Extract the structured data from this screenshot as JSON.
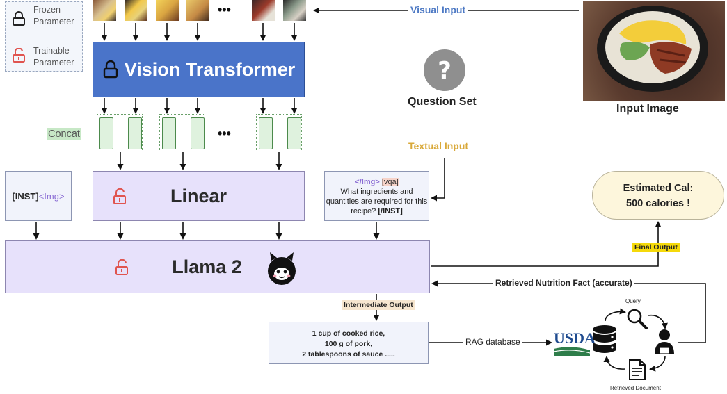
{
  "legend": {
    "frozen": "Frozen Parameter",
    "trainable": "Trainable Parameter"
  },
  "vision_transformer": "Vision Transformer",
  "concat_label": "Concat",
  "linear": "Linear",
  "llama": "Llama 2",
  "inst_box": {
    "inst": "[INST]",
    "img": "<Img>"
  },
  "prompt_box": {
    "img_close": "</Img>",
    "vqa": "[vqa]",
    "question": "What ingredients and quantities are required for this recipe?",
    "inst_close": "[/INST]"
  },
  "visual_input": "Visual Input",
  "input_image": "Input Image",
  "question_set": "Question Set",
  "textual_input": "Textual Input",
  "estimated": {
    "line1": "Estimated Cal:",
    "line2": "500 calories !"
  },
  "final_output": "Final Output",
  "retrieved_fact": "Retrieved Nutrition Fact (accurate)",
  "intermediate_output": "Intermediate Output",
  "intermediate_text": [
    "1 cup of cooked rice,",
    "100 g of pork,",
    "2 tablespoons of sauce ....."
  ],
  "rag_database": "RAG database",
  "usda": "USDA",
  "query": "Query",
  "retrieved_document": "Retrieved Document",
  "ellipsis": "•••",
  "colors": {
    "vision_transformer": "#4a74c9",
    "trainable_lock": "#e0544f",
    "llm_box": "#e7e1fb",
    "token_fill": "#dff2de",
    "final_output_tag": "#f5d90a",
    "intermediate_tag": "#f6e6cf",
    "estimated_bubble": "#fdf6dc"
  }
}
